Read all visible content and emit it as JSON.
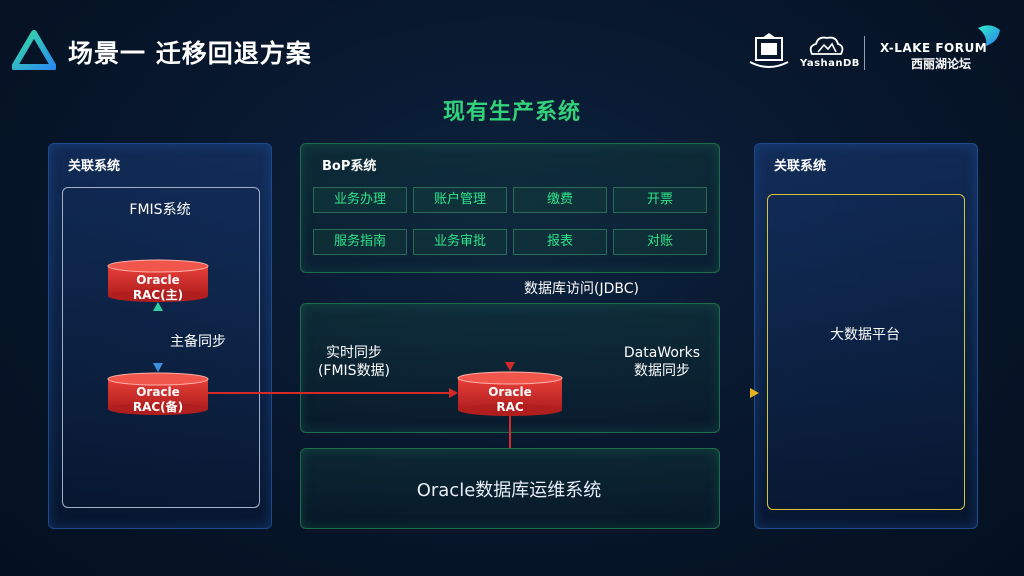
{
  "header": {
    "title": "场景一 迁移回退方案",
    "logos": {
      "yashan": "YashanDB",
      "forum_en": "X-LAKE FORUM",
      "forum_cn": "西丽湖论坛"
    }
  },
  "diagram": {
    "title": "现有生产系统",
    "left_panel": {
      "label": "关联系统",
      "inner_title": "FMIS系统"
    },
    "db_primary": {
      "line1": "Oracle",
      "line2": "RAC(主)"
    },
    "db_standby": {
      "line1": "Oracle",
      "line2": "RAC(备)"
    },
    "sync_label": "主备同步",
    "bop": {
      "label": "BoP系统",
      "modules": [
        "业务办理",
        "账户管理",
        "缴费",
        "开票",
        "服务指南",
        "业务审批",
        "报表",
        "对账"
      ]
    },
    "jdbc_label": "数据库访问(JDBC)",
    "realtime_sync": {
      "line1": "实时同步",
      "line2": "(FMIS数据)"
    },
    "dataworks": {
      "line1": "DataWorks",
      "line2": "数据同步"
    },
    "db_center": {
      "line1": "Oracle",
      "line2": "RAC"
    },
    "ops_system": "Oracle数据库运维系统",
    "right_panel": {
      "label": "关联系统",
      "inner_title": "大数据平台"
    },
    "colors": {
      "accent_green": "#33d17a",
      "db_red": "#d42a2a",
      "arrow_yellow": "#e8b21c",
      "sync_blue": "#3b8fe0"
    }
  }
}
